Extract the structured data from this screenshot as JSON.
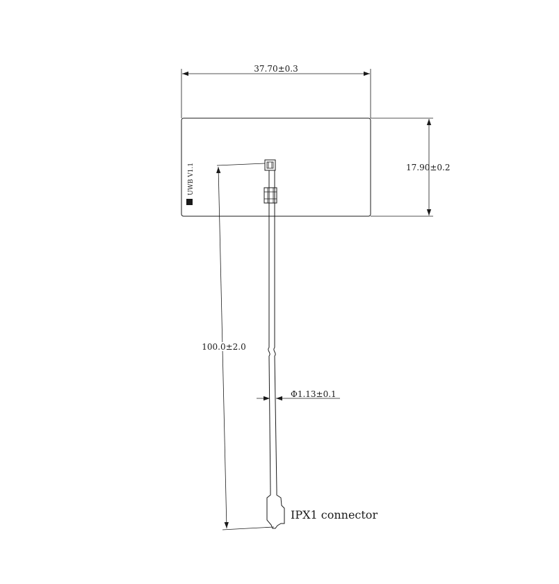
{
  "dimensions": {
    "width": "37.70±0.3",
    "height": "17.90±0.2",
    "cable_length": "100.0±2.0",
    "cable_diameter": "Φ1.13±0.1"
  },
  "board": {
    "label": "UWB V1.1"
  },
  "connector": {
    "label": "IPX1 connector"
  }
}
